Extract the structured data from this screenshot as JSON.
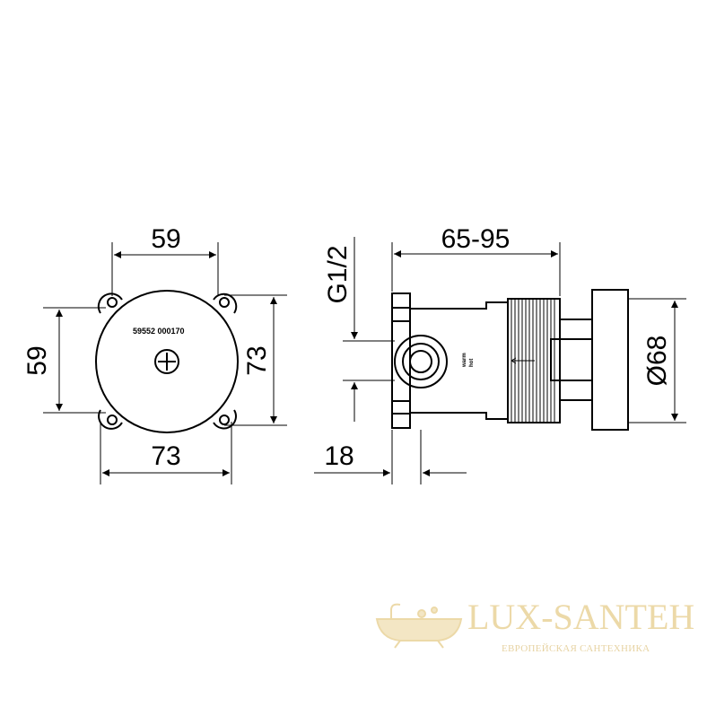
{
  "front_view": {
    "dim_top": "59",
    "dim_left": "59",
    "dim_right": "73",
    "dim_bottom": "73",
    "part_number": "59552 000170"
  },
  "side_view": {
    "dim_length": "65-95",
    "dim_thread": "G1/2",
    "dim_diameter": "Ø68",
    "dim_depth": "18",
    "label_warm": "warm",
    "label_hot": "hot"
  },
  "watermark": {
    "brand": "LUX-SANTEH",
    "tagline": "ЕВРОПЕЙСКАЯ САНТЕХНИКА",
    "logo_icon": "bathtub-icon"
  },
  "colors": {
    "line": "#000000",
    "watermark": "#ecd9a8"
  }
}
